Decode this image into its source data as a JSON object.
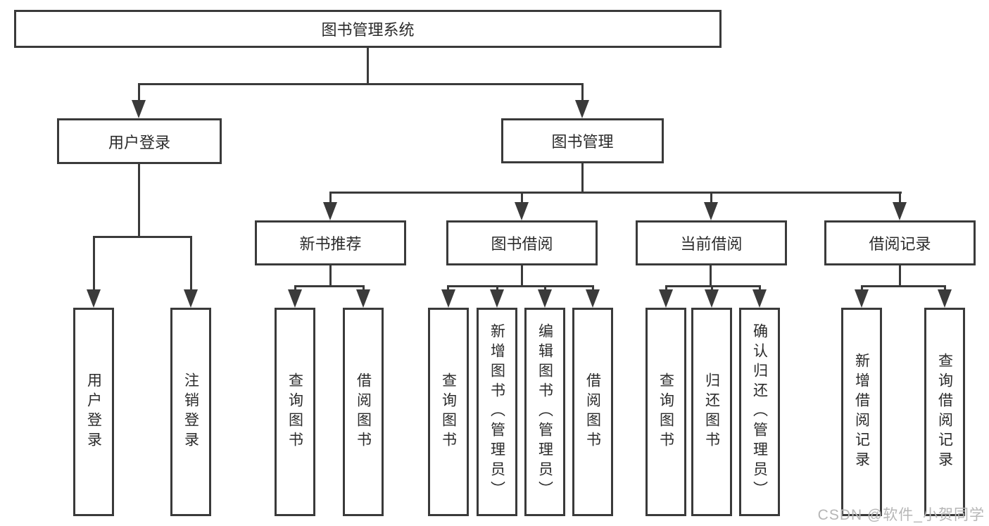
{
  "diagram": {
    "root": {
      "label": "图书管理系统"
    },
    "branches": [
      {
        "label": "用户登录",
        "children": [
          {
            "label": "用户登录"
          },
          {
            "label": "注销登录"
          }
        ]
      },
      {
        "label": "图书管理",
        "children": [
          {
            "label": "新书推荐",
            "children": [
              {
                "label": "查询图书"
              },
              {
                "label": "借阅图书"
              }
            ]
          },
          {
            "label": "图书借阅",
            "children": [
              {
                "label": "查询图书"
              },
              {
                "label": "新增图书（管理员）"
              },
              {
                "label": "编辑图书（管理员）"
              },
              {
                "label": "借阅图书"
              }
            ]
          },
          {
            "label": "当前借阅",
            "children": [
              {
                "label": "查询图书"
              },
              {
                "label": "归还图书"
              },
              {
                "label": "确认归还（管理员）"
              }
            ]
          },
          {
            "label": "借阅记录",
            "children": [
              {
                "label": "新增借阅记录"
              },
              {
                "label": "查询借阅记录"
              }
            ]
          }
        ]
      }
    ]
  },
  "watermark": {
    "text": "CSDN @软件_小贺同学"
  },
  "colors": {
    "line": "#3a3a3a",
    "text": "#2b2b2b",
    "background": "#ffffff",
    "watermark": "#b6b6b6"
  }
}
